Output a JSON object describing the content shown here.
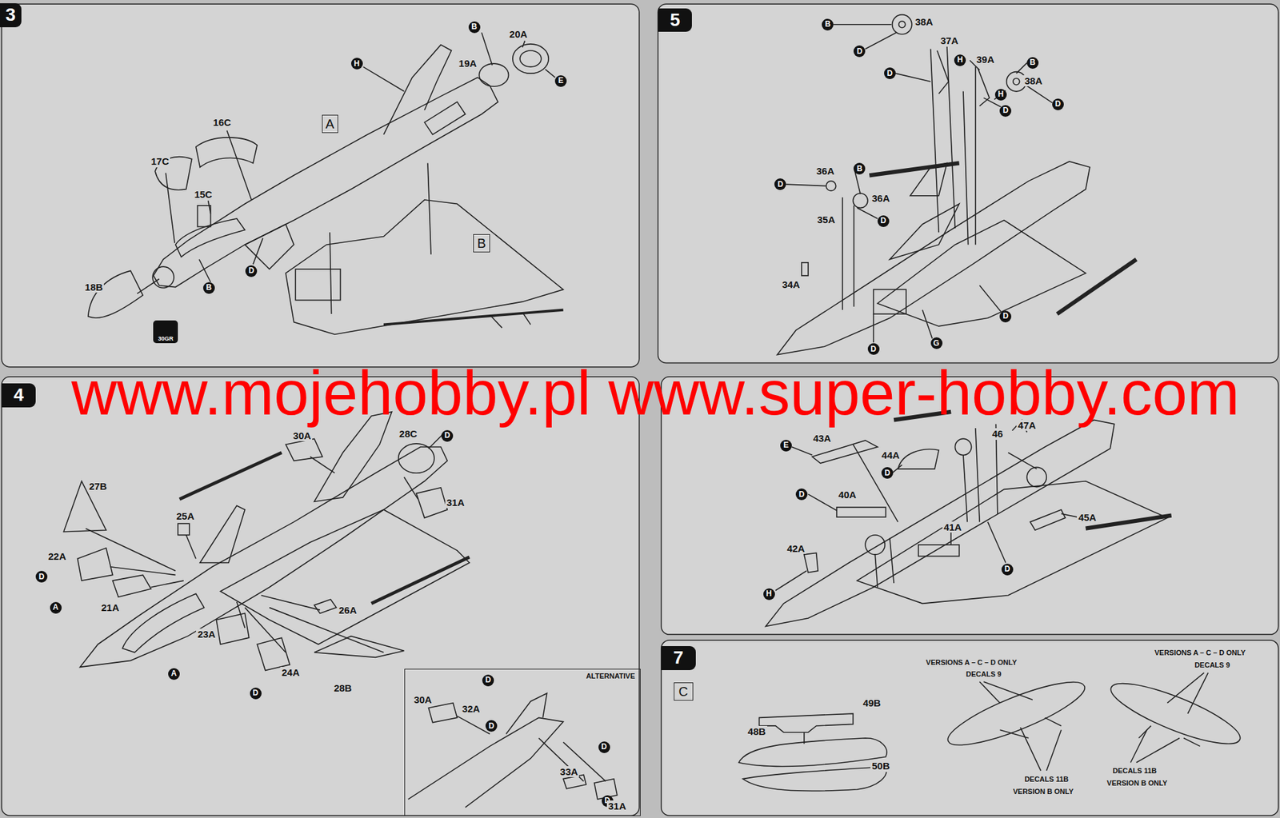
{
  "diagram": {
    "nodes": [
      {
        "text": [
          "3"
        ]
      },
      {
        "text": [
          "B"
        ]
      },
      {
        "text": [
          "E"
        ]
      },
      {
        "text": [
          "H"
        ]
      },
      {
        "text": [
          "A"
        ]
      },
      {
        "text": [
          "D"
        ]
      },
      {
        "text": [
          "B"
        ]
      },
      {
        "text": [
          "B"
        ]
      },
      {
        "text": [
          "30GR"
        ]
      },
      {
        "text": [
          "5"
        ]
      },
      {
        "text": [
          "B"
        ]
      },
      {
        "text": [
          "D"
        ]
      },
      {
        "text": [
          "H"
        ]
      },
      {
        "text": [
          "B"
        ]
      },
      {
        "text": [
          "H"
        ]
      },
      {
        "text": [
          "D"
        ]
      },
      {
        "text": [
          "D"
        ]
      },
      {
        "text": [
          "D"
        ]
      },
      {
        "text": [
          "B"
        ]
      },
      {
        "text": [
          "D"
        ]
      },
      {
        "text": [
          "D"
        ]
      },
      {
        "text": [
          "D"
        ]
      },
      {
        "text": [
          "G"
        ]
      },
      {
        "text": [
          "D"
        ]
      },
      {
        "text": [
          "4"
        ]
      },
      {
        "text": [
          "D"
        ]
      },
      {
        "text": [
          "D"
        ]
      },
      {
        "text": [
          "A"
        ]
      },
      {
        "text": [
          "A"
        ]
      },
      {
        "text": [
          "D"
        ]
      },
      {
        "text": [
          "ALTERNATIVE"
        ]
      },
      {
        "text": [
          "D"
        ],
        "in": 30
      },
      {
        "text": [
          "D"
        ],
        "in": 30
      },
      {
        "text": [
          "D"
        ],
        "in": 30
      },
      {
        "text": [
          "D"
        ],
        "in": 30
      },
      {
        "text": [
          "E"
        ]
      },
      {
        "text": [
          "D"
        ]
      },
      {
        "text": [
          "D"
        ]
      },
      {
        "text": [
          "D"
        ]
      },
      {
        "text": [
          "H"
        ]
      },
      {
        "text": [
          "7"
        ]
      },
      {
        "text": [
          "C"
        ]
      }
    ],
    "labels": [
      "20A",
      "19A",
      "16C",
      "17C",
      "15C",
      "18B",
      "38A",
      "37A",
      "39A",
      "38A",
      "36A",
      "36A",
      "35A",
      "34A",
      "www.mojehobby.pl www.super-hobby.com",
      "28C",
      "30A",
      "27B",
      "25A",
      "31A",
      "22A",
      "21A",
      "26A",
      "23A",
      "24A",
      "28B",
      "30A",
      "32A",
      "33A",
      "31A",
      "46",
      "47A",
      "43A",
      "44A",
      "40A",
      "41A",
      "45A",
      "42A",
      "VERSIONS A – C – D ONLY",
      "DECALS 9",
      "VERSIONS A – C – D ONLY",
      "DECALS 9",
      "49B",
      "48B",
      "50B",
      "DECALS 11B",
      "VERSION B ONLY",
      "DECALS 11B",
      "VERSION B ONLY"
    ]
  }
}
